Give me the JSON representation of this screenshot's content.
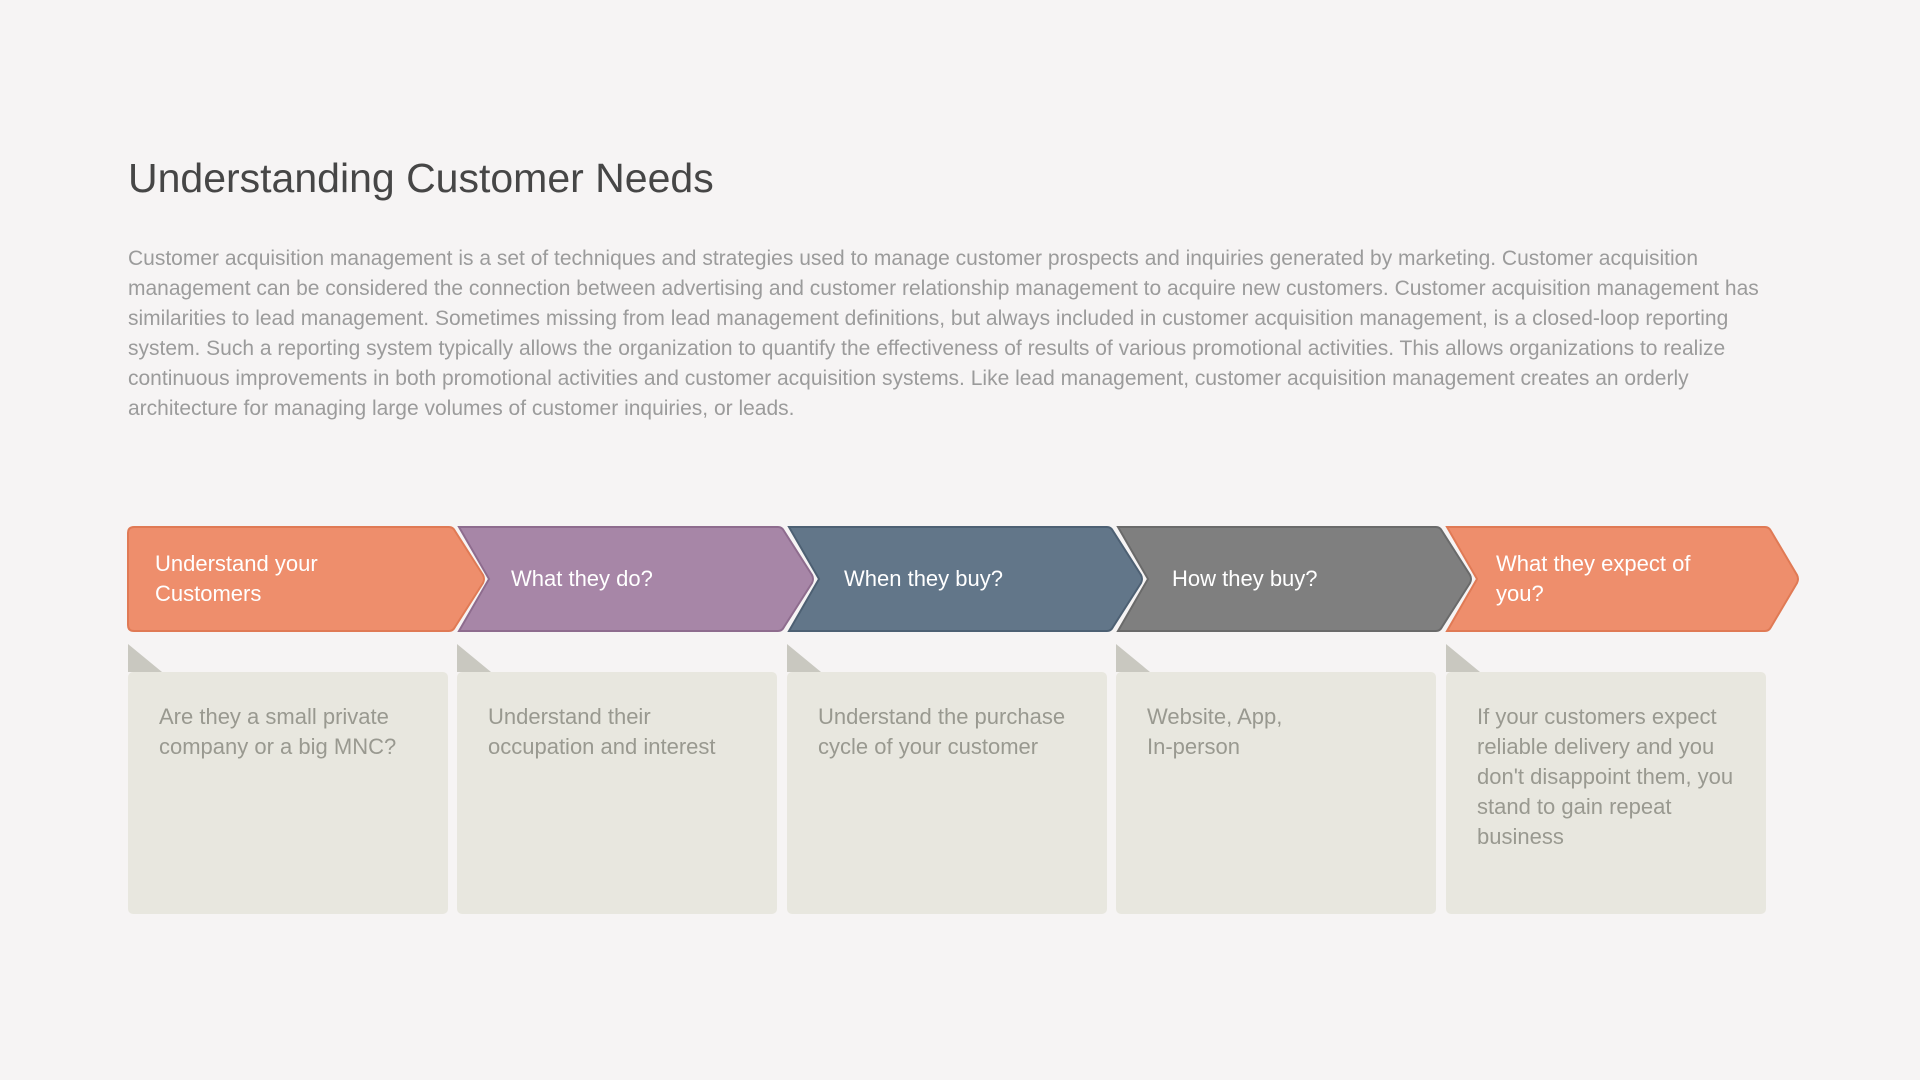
{
  "title": "Understanding Customer Needs",
  "intro": "Customer acquisition management is a set of techniques and strategies used to manage customer prospects and inquiries generated by marketing. Customer acquisition management can be considered the connection between advertising and customer relationship management to acquire new customers. Customer acquisition management has similarities to lead management. Sometimes missing from lead management definitions, but always included in customer acquisition management, is a closed-loop reporting system. Such a reporting system typically allows the organization to quantify the effectiveness of results of various promotional activities. This allows organizations to realize continuous improvements in both promotional activities and customer acquisition systems. Like lead management, customer acquisition management creates an orderly architecture for managing large volumes of customer inquiries, or leads.",
  "colors": {
    "orange": "#ee8e6c",
    "purple": "#a786a7",
    "slate": "#627689",
    "gray": "#7f7f7f",
    "card": "#e8e7df"
  },
  "steps": [
    {
      "label": "Understand your Customers",
      "detail": "Are they a small private company or a big MNC?"
    },
    {
      "label": "What they do?",
      "detail": "Understand their occupation and interest"
    },
    {
      "label": "When they buy?",
      "detail": "Understand the purchase cycle of your customer"
    },
    {
      "label": "How they buy?",
      "detail": "Website, App,\nIn-person"
    },
    {
      "label": "What they expect of you?",
      "detail": "If your customers expect reliable delivery and you don't disappoint them, you stand to gain repeat business"
    }
  ]
}
